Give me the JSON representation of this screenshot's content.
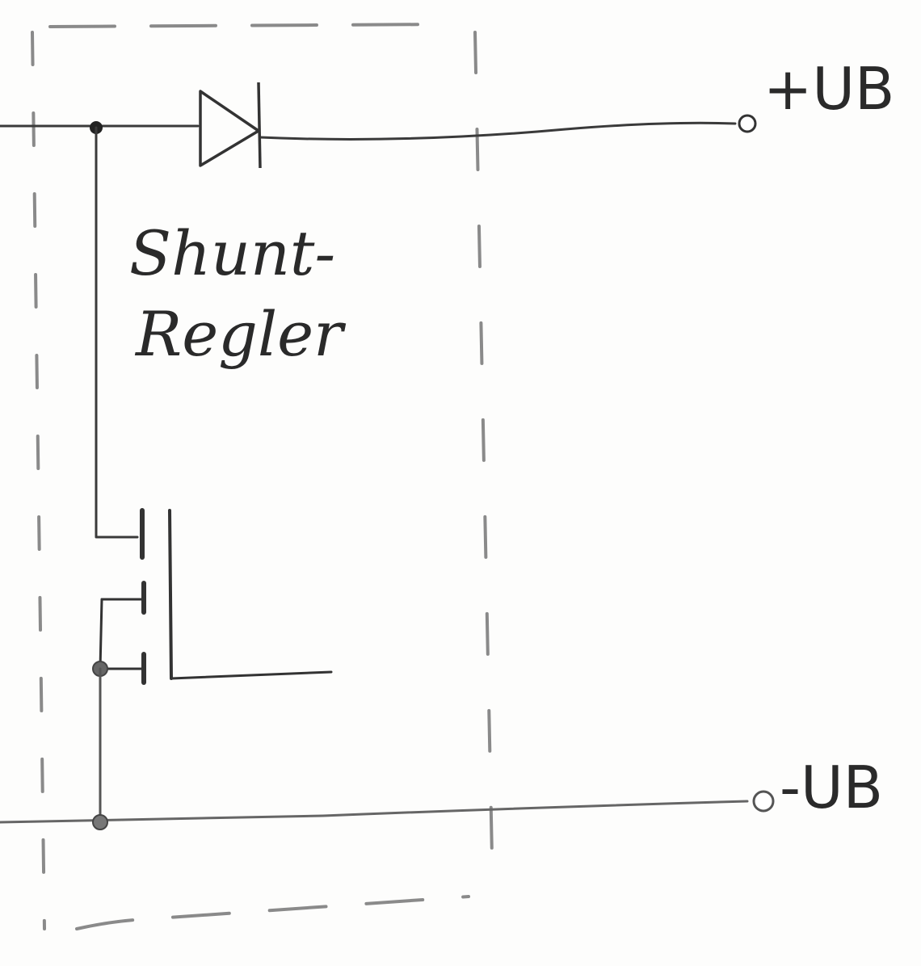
{
  "diagram": {
    "labels": {
      "regulator_line1": "Shunt-",
      "regulator_line2": "Regler",
      "plus_terminal": "+UB",
      "minus_terminal": "-UB"
    },
    "colors": {
      "paper": "#fdfdfc",
      "pencil_dark": "#2a2a2a",
      "pencil_light": "#8a8a8a"
    }
  }
}
